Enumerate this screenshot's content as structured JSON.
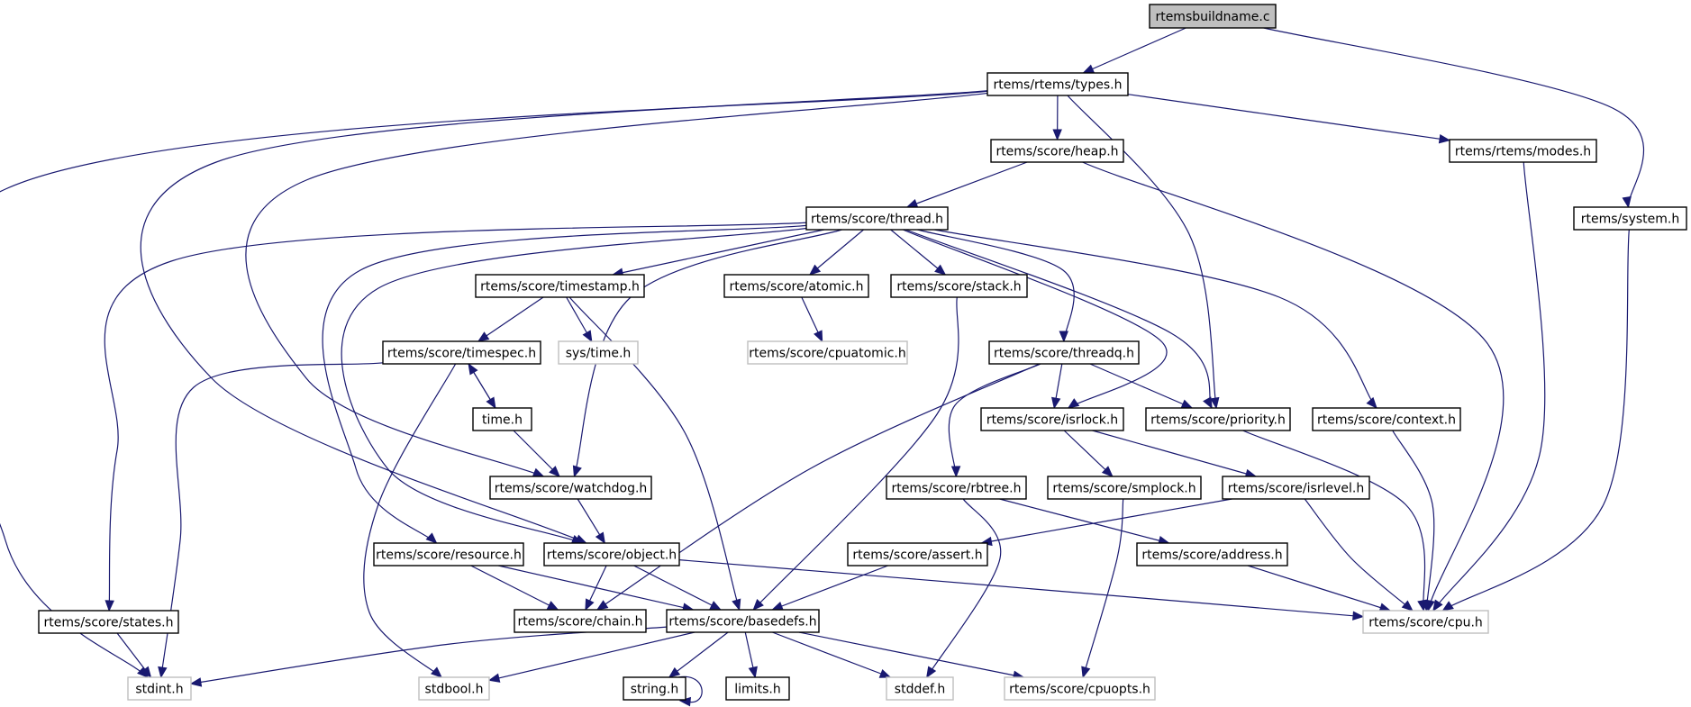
{
  "title": "rtemsbuildname.c include dependency graph",
  "colors": {
    "edge": "#191970",
    "root_fill": "#bfbfbf",
    "node_border": "#000000",
    "external_border": "#bfbfbf",
    "background": "#ffffff"
  },
  "nodes": [
    {
      "id": "root",
      "label": "rtemsbuildname.c",
      "kind": "root"
    },
    {
      "id": "types",
      "label": "rtems/rtems/types.h",
      "kind": "normal"
    },
    {
      "id": "heap",
      "label": "rtems/score/heap.h",
      "kind": "normal"
    },
    {
      "id": "modes",
      "label": "rtems/rtems/modes.h",
      "kind": "normal"
    },
    {
      "id": "system",
      "label": "rtems/system.h",
      "kind": "normal"
    },
    {
      "id": "thread",
      "label": "rtems/score/thread.h",
      "kind": "normal"
    },
    {
      "id": "timestamp",
      "label": "rtems/score/timestamp.h",
      "kind": "normal"
    },
    {
      "id": "atomic",
      "label": "rtems/score/atomic.h",
      "kind": "normal"
    },
    {
      "id": "stack",
      "label": "rtems/score/stack.h",
      "kind": "normal"
    },
    {
      "id": "timespec",
      "label": "rtems/score/timespec.h",
      "kind": "normal"
    },
    {
      "id": "systime",
      "label": "sys/time.h",
      "kind": "external"
    },
    {
      "id": "cpuatomic",
      "label": "rtems/score/cpuatomic.h",
      "kind": "external"
    },
    {
      "id": "threadq",
      "label": "rtems/score/threadq.h",
      "kind": "normal"
    },
    {
      "id": "timeh",
      "label": "time.h",
      "kind": "normal"
    },
    {
      "id": "isrlock",
      "label": "rtems/score/isrlock.h",
      "kind": "normal"
    },
    {
      "id": "priority",
      "label": "rtems/score/priority.h",
      "kind": "normal"
    },
    {
      "id": "context",
      "label": "rtems/score/context.h",
      "kind": "normal"
    },
    {
      "id": "watchdog",
      "label": "rtems/score/watchdog.h",
      "kind": "normal"
    },
    {
      "id": "rbtree",
      "label": "rtems/score/rbtree.h",
      "kind": "normal"
    },
    {
      "id": "smplock",
      "label": "rtems/score/smplock.h",
      "kind": "normal"
    },
    {
      "id": "isrlevel",
      "label": "rtems/score/isrlevel.h",
      "kind": "normal"
    },
    {
      "id": "resource",
      "label": "rtems/score/resource.h",
      "kind": "normal"
    },
    {
      "id": "object",
      "label": "rtems/score/object.h",
      "kind": "normal"
    },
    {
      "id": "assert",
      "label": "rtems/score/assert.h",
      "kind": "normal"
    },
    {
      "id": "address",
      "label": "rtems/score/address.h",
      "kind": "normal"
    },
    {
      "id": "states",
      "label": "rtems/score/states.h",
      "kind": "normal"
    },
    {
      "id": "chain",
      "label": "rtems/score/chain.h",
      "kind": "normal"
    },
    {
      "id": "basedefs",
      "label": "rtems/score/basedefs.h",
      "kind": "normal"
    },
    {
      "id": "cpu",
      "label": "rtems/score/cpu.h",
      "kind": "external"
    },
    {
      "id": "stdint",
      "label": "stdint.h",
      "kind": "external"
    },
    {
      "id": "stdbool",
      "label": "stdbool.h",
      "kind": "external"
    },
    {
      "id": "string",
      "label": "string.h",
      "kind": "normal"
    },
    {
      "id": "limits",
      "label": "limits.h",
      "kind": "normal"
    },
    {
      "id": "stddef",
      "label": "stddef.h",
      "kind": "external"
    },
    {
      "id": "cpuopts",
      "label": "rtems/score/cpuopts.h",
      "kind": "external"
    }
  ],
  "edges": [
    [
      "root",
      "types"
    ],
    [
      "root",
      "system"
    ],
    [
      "types",
      "heap"
    ],
    [
      "types",
      "modes"
    ],
    [
      "types",
      "priority"
    ],
    [
      "types",
      "stdint"
    ],
    [
      "types",
      "object"
    ],
    [
      "types",
      "watchdog"
    ],
    [
      "heap",
      "thread"
    ],
    [
      "heap",
      "cpu"
    ],
    [
      "modes",
      "cpu"
    ],
    [
      "system",
      "cpu"
    ],
    [
      "thread",
      "timestamp"
    ],
    [
      "thread",
      "atomic"
    ],
    [
      "thread",
      "stack"
    ],
    [
      "thread",
      "threadq"
    ],
    [
      "thread",
      "isrlock"
    ],
    [
      "thread",
      "priority"
    ],
    [
      "thread",
      "context"
    ],
    [
      "thread",
      "watchdog"
    ],
    [
      "thread",
      "object"
    ],
    [
      "thread",
      "resource"
    ],
    [
      "thread",
      "states"
    ],
    [
      "timestamp",
      "timespec"
    ],
    [
      "timestamp",
      "systime"
    ],
    [
      "timestamp",
      "basedefs"
    ],
    [
      "atomic",
      "cpuatomic"
    ],
    [
      "stack",
      "basedefs"
    ],
    [
      "timespec",
      "timeh"
    ],
    [
      "timespec",
      "stdint"
    ],
    [
      "timespec",
      "stdbool"
    ],
    [
      "timeh",
      "timespec"
    ],
    [
      "timeh",
      "watchdog"
    ],
    [
      "threadq",
      "isrlock"
    ],
    [
      "threadq",
      "priority"
    ],
    [
      "threadq",
      "rbtree"
    ],
    [
      "threadq",
      "chain"
    ],
    [
      "isrlock",
      "smplock"
    ],
    [
      "isrlock",
      "isrlevel"
    ],
    [
      "priority",
      "cpu"
    ],
    [
      "context",
      "cpu"
    ],
    [
      "watchdog",
      "object"
    ],
    [
      "rbtree",
      "address"
    ],
    [
      "rbtree",
      "stddef"
    ],
    [
      "smplock",
      "cpuopts"
    ],
    [
      "isrlevel",
      "assert"
    ],
    [
      "isrlevel",
      "cpu"
    ],
    [
      "resource",
      "chain"
    ],
    [
      "resource",
      "basedefs"
    ],
    [
      "object",
      "chain"
    ],
    [
      "object",
      "basedefs"
    ],
    [
      "object",
      "cpu"
    ],
    [
      "assert",
      "basedefs"
    ],
    [
      "address",
      "cpu"
    ],
    [
      "states",
      "stdint"
    ],
    [
      "basedefs",
      "stdint"
    ],
    [
      "basedefs",
      "stdbool"
    ],
    [
      "basedefs",
      "string"
    ],
    [
      "basedefs",
      "limits"
    ],
    [
      "basedefs",
      "stddef"
    ],
    [
      "basedefs",
      "cpuopts"
    ],
    [
      "string",
      "string"
    ]
  ]
}
